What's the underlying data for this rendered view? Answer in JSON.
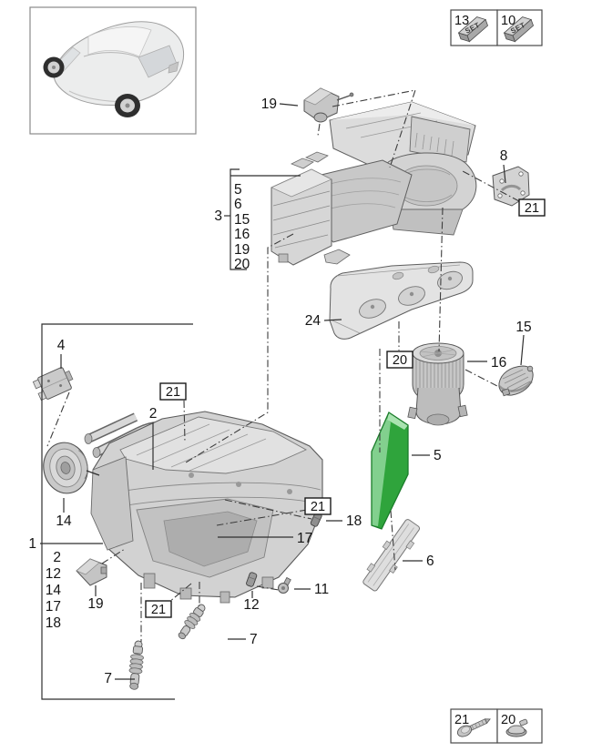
{
  "diagram": {
    "type": "exploded-parts-diagram",
    "subject": "heater / air-conditioning unit with blower and dust filter",
    "highlight_color": "#2FA43C",
    "part_fill_color": "#d6d6d6",
    "line_color": "#3a3a3a"
  },
  "legend_top": {
    "items": [
      {
        "number": "13",
        "block_label": "SET"
      },
      {
        "number": "10",
        "block_label": "SET"
      }
    ]
  },
  "legend_bottom": {
    "items": [
      {
        "number": "21"
      },
      {
        "number": "20"
      }
    ]
  },
  "callouts": {
    "n19_top": "19",
    "n3": "3",
    "group3": [
      "5",
      "6",
      "15",
      "16",
      "19",
      "20"
    ],
    "n8": "8",
    "boxed21": "21",
    "boxed20": "20",
    "n24": "24",
    "n16": "16",
    "n15": "15",
    "n5": "5",
    "n6": "6",
    "n4": "4",
    "n2": "2",
    "n14": "14",
    "n1": "1",
    "group1": [
      "2",
      "12",
      "14",
      "17",
      "18"
    ],
    "n19_bottom": "19",
    "n18": "18",
    "n17": "17",
    "n11": "11",
    "n12": "12",
    "n7_right": "7",
    "n7_left": "7"
  }
}
